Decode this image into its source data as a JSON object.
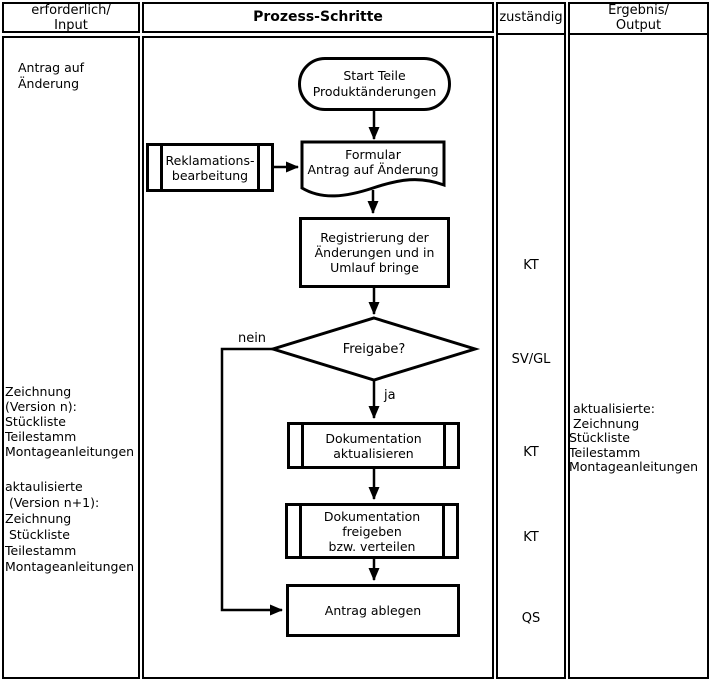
{
  "colors": {
    "line": "#000000",
    "background": "#ffffff",
    "text": "#000000"
  },
  "header": {
    "input": "erforderlich/\nInput",
    "process": "Prozess-Schritte",
    "responsible": "zuständig",
    "output": "Ergebnis/\nOutput"
  },
  "input_column": {
    "antrag": "Antrag auf\nÄnderung",
    "version_n": "Zeichnung\n(Version n):\nStückliste\nTeilestamm\nMontageanleitungen",
    "version_n1": "aktaulisierte\n (Version n+1):\nZeichnung\n Stückliste\nTeilestamm\nMontageanleitungen"
  },
  "output_column": {
    "aktualisierte": " aktualisierte:\n Zeichnung\nStückliste\nTeilestamm\nMontageanleitungen"
  },
  "flow": {
    "start": "Start Teile\nProduktänderungen",
    "reklamation": "Reklamations-\nbearbeitung",
    "formular": "Formular\nAntrag auf Änderung",
    "registrierung": "Registrierung der\nÄnderungen und in\nUmlauf bringe",
    "decision": "Freigabe?",
    "no_label": "nein",
    "yes_label": "ja",
    "dok_aktualisieren": "Dokumentation\naktualisieren",
    "dok_freigeben": "Dokumentation\nfreigeben\nbzw. verteilen",
    "antrag_ablegen": "Antrag ablegen"
  },
  "responsible": {
    "registrierung": "KT",
    "decision": "SV/GL",
    "dok_aktualisieren": "KT",
    "dok_freigeben": "KT",
    "antrag_ablegen": "QS"
  }
}
